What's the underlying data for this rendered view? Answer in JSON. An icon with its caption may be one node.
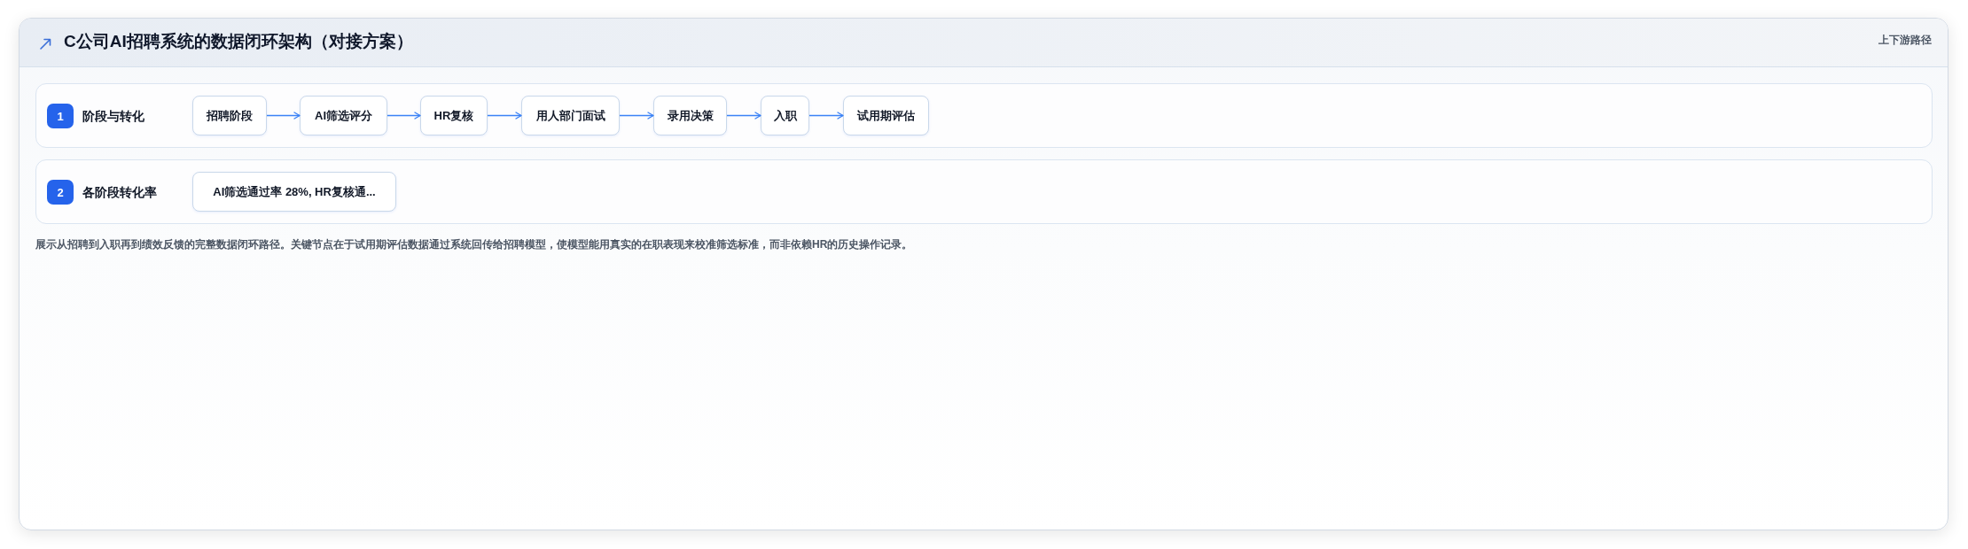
{
  "diagram": {
    "title": "C公司AI招聘系统的数据闭环架构（对接方案）",
    "caption": "展示从招聘到入职再到绩效反馈的完整数据闭环路径。关键节点在于试用期评估数据通过系统回传给招聘模型，使模型能用真实的在职表现来校准筛选标准，而非依赖HR的历史操作记录。",
    "nodes": [
      {
        "text": [
          "阶段与转化"
        ]
      },
      {
        "text": [
          "1"
        ],
        "in": 0
      },
      {
        "text": [
          "招聘阶段"
        ],
        "in": 0
      },
      {
        "text": [
          "AI筛选评分"
        ],
        "in": 0
      },
      {
        "text": [
          "HR复核"
        ],
        "in": 0
      },
      {
        "text": [
          "用人部门面试"
        ],
        "in": 0
      },
      {
        "text": [
          "录用决策"
        ],
        "in": 0
      },
      {
        "text": [
          "入职"
        ],
        "in": 0
      },
      {
        "text": [
          "试用期评估"
        ],
        "in": 0
      },
      {
        "text": [
          "各阶段转化率"
        ]
      },
      {
        "text": [
          "2"
        ],
        "in": 9
      },
      {
        "text": [
          "AI筛选通过率 28%, HR复核通..."
        ],
        "in": 9
      }
    ],
    "edges": [
      {
        "from": 2,
        "to": 3,
        "arrow": "to"
      },
      {
        "from": 3,
        "to": 4,
        "arrow": "to"
      },
      {
        "from": 4,
        "to": 5,
        "arrow": "to"
      },
      {
        "from": 5,
        "to": 6,
        "arrow": "to"
      },
      {
        "from": 6,
        "to": 7,
        "arrow": "to"
      },
      {
        "from": 7,
        "to": 8,
        "arrow": "to"
      }
    ],
    "labels": [
      "上下游路径"
    ]
  }
}
